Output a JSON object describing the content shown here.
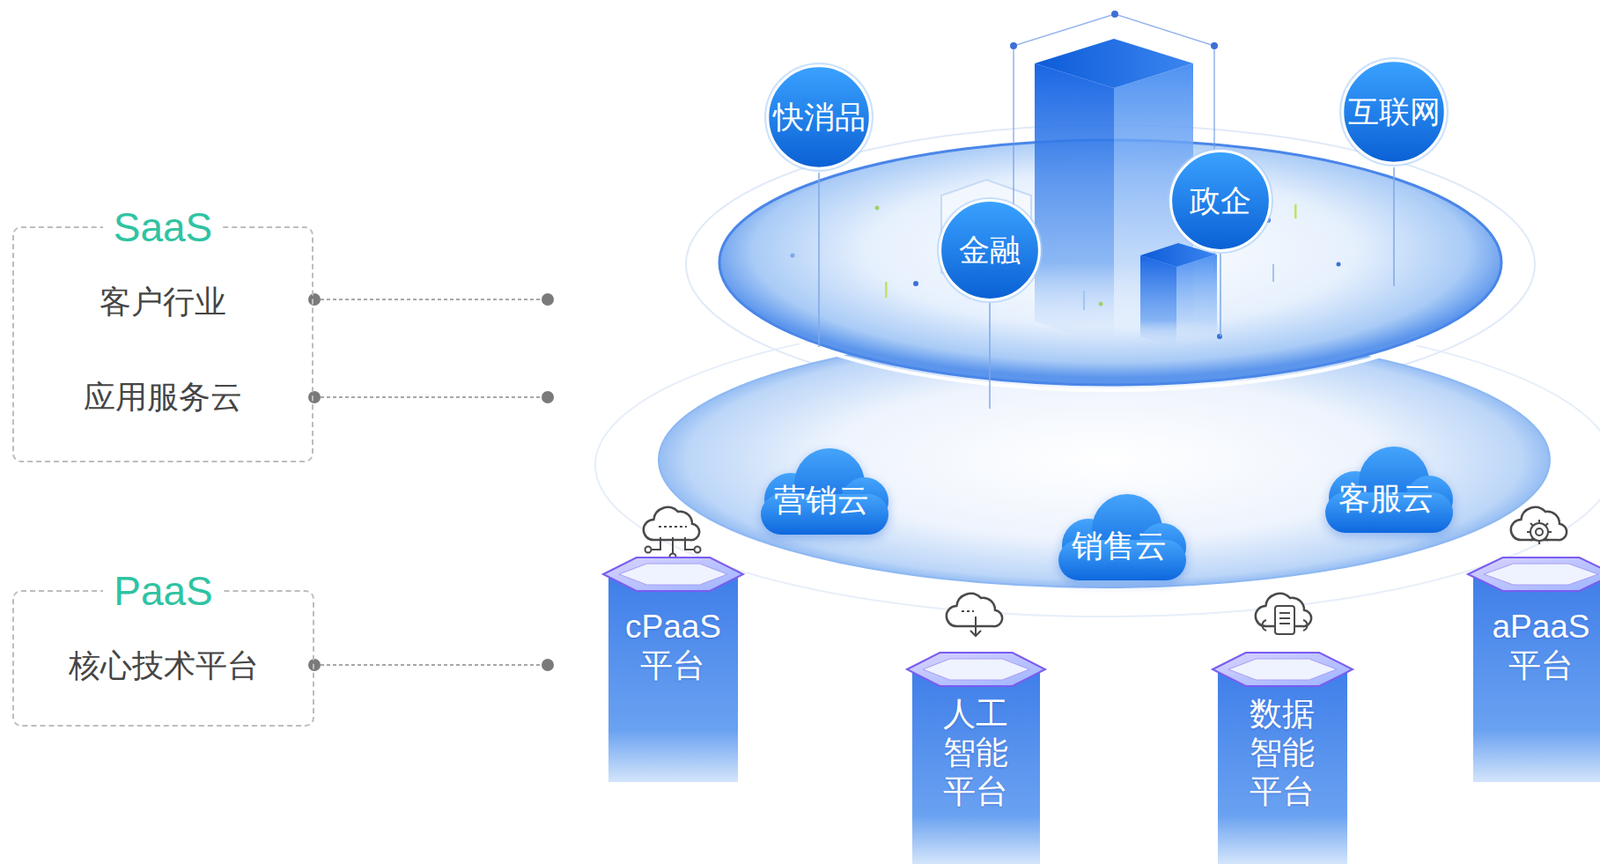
{
  "diagram": {
    "nodes": [
      {
        "text": [
          "SaaS",
          "客户行业",
          "应用服务云"
        ]
      },
      {
        "text": [
          "PaaS",
          "核心技术平台"
        ]
      },
      {
        "text": [
          "快消品"
        ]
      },
      {
        "text": [
          "金融"
        ]
      },
      {
        "text": [
          "政企"
        ]
      },
      {
        "text": [
          "互联网"
        ]
      },
      {
        "text": [
          "营销云"
        ]
      },
      {
        "text": [
          "销售云"
        ]
      },
      {
        "text": [
          "客服云"
        ]
      },
      {
        "text": [
          "cPaaS 平台"
        ]
      },
      {
        "text": [
          "人工 智能 平台"
        ]
      },
      {
        "text": [
          "数据 智能 平台"
        ]
      },
      {
        "text": [
          "aPaaS 平台"
        ]
      }
    ]
  }
}
